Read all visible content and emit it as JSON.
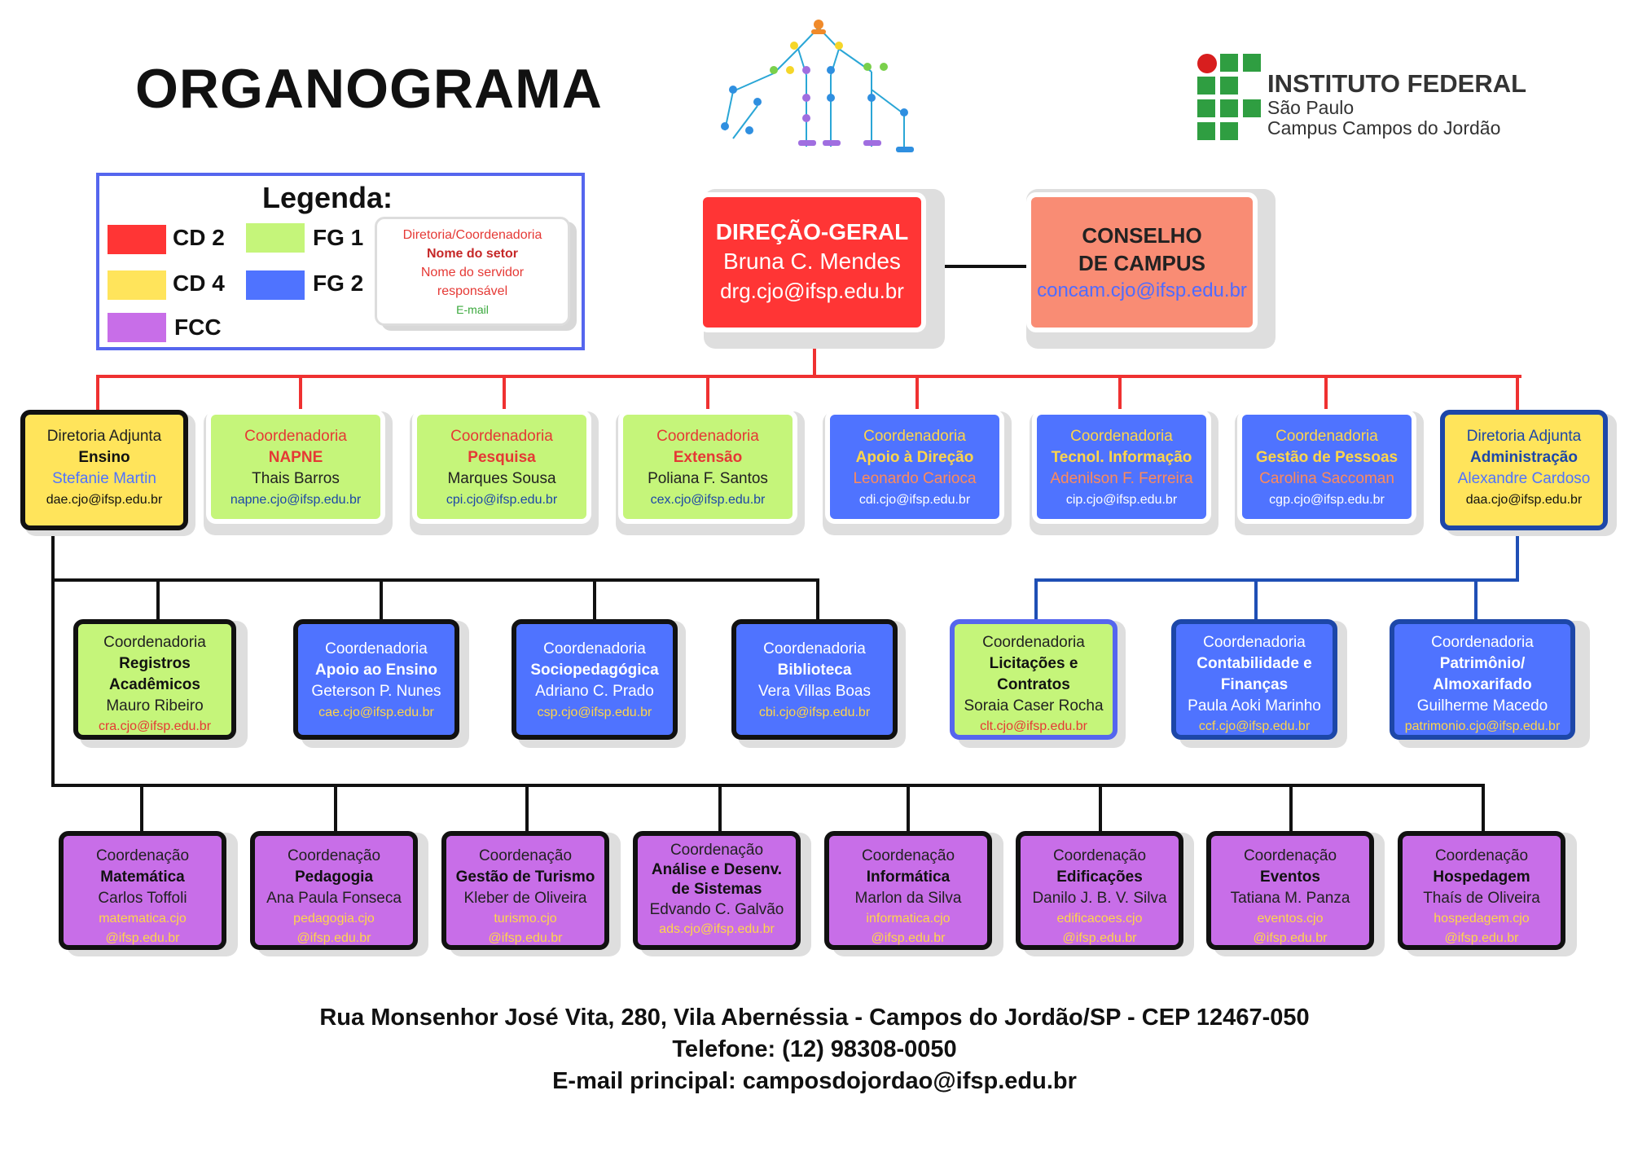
{
  "title": "ORGANOGRAMA",
  "logo": {
    "line1": "INSTITUTO FEDERAL",
    "line2": "São Paulo",
    "line3": "Campus Campos do Jordão"
  },
  "legend": {
    "title": "Legenda:",
    "items": [
      {
        "label": "CD 2",
        "color": "#ff3535"
      },
      {
        "label": "CD 4",
        "color": "#ffe45b"
      },
      {
        "label": "FCC",
        "color": "#c86ee8"
      },
      {
        "label": "FG 1",
        "color": "#c5f57a"
      },
      {
        "label": "FG 2",
        "color": "#4f73ff"
      }
    ],
    "card": {
      "line1": "Diretoria/Coordenadoria",
      "line2": "Nome do setor",
      "line3": "Nome do servidor responsável",
      "line4": "E-mail"
    }
  },
  "top": {
    "direcao": {
      "title": "DIREÇÃO-GERAL",
      "name": "Bruna C. Mendes",
      "email": "drg.cjo@ifsp.edu.br",
      "color": "#ff3535"
    },
    "conselho": {
      "title1": "CONSELHO",
      "title2": "DE CAMPUS",
      "email": "concam.cjo@ifsp.edu.br",
      "color": "#f98c74"
    }
  },
  "row1": [
    {
      "type": "Diretoria Adjunta",
      "sector": "Ensino",
      "person": "Stefanie Martin",
      "email": "dae.cjo@ifsp.edu.br"
    },
    {
      "type": "Coordenadoria",
      "sector": "NAPNE",
      "person": "Thais Barros",
      "email": "napne.cjo@ifsp.edu.br"
    },
    {
      "type": "Coordenadoria",
      "sector": "Pesquisa",
      "person": "Marques Sousa",
      "email": "cpi.cjo@ifsp.edu.br"
    },
    {
      "type": "Coordenadoria",
      "sector": "Extensão",
      "person": "Poliana F. Santos",
      "email": "cex.cjo@ifsp.edu.br"
    },
    {
      "type": "Coordenadoria",
      "sector": "Apoio à Direção",
      "person": "Leonardo Carioca",
      "email": "cdi.cjo@ifsp.edu.br"
    },
    {
      "type": "Coordenadoria",
      "sector": "Tecnol. Informação",
      "person": "Adenilson F. Ferreira",
      "email": "cip.cjo@ifsp.edu.br"
    },
    {
      "type": "Coordenadoria",
      "sector": "Gestão de Pessoas",
      "person": "Carolina Saccoman",
      "email": "cgp.cjo@ifsp.edu.br"
    },
    {
      "type": "Diretoria Adjunta",
      "sector": "Administração",
      "person": "Alexandre Cardoso",
      "email": "daa.cjo@ifsp.edu.br"
    }
  ],
  "row2": [
    {
      "type": "Coordenadoria",
      "sector1": "Registros",
      "sector2": "Acadêmicos",
      "person": "Mauro Ribeiro",
      "email": "cra.cjo@ifsp.edu.br"
    },
    {
      "type": "Coordenadoria",
      "sector1": "Apoio ao Ensino",
      "person": "Geterson P. Nunes",
      "email": "cae.cjo@ifsp.edu.br"
    },
    {
      "type": "Coordenadoria",
      "sector1": "Sociopedagógica",
      "person": "Adriano C. Prado",
      "email": "csp.cjo@ifsp.edu.br"
    },
    {
      "type": "Coordenadoria",
      "sector1": "Biblioteca",
      "person": "Vera Villas Boas",
      "email": "cbi.cjo@ifsp.edu.br"
    },
    {
      "type": "Coordenadoria",
      "sector1": "Licitações e",
      "sector2": "Contratos",
      "person": "Soraia Caser Rocha",
      "email": "clt.cjo@ifsp.edu.br"
    },
    {
      "type": "Coordenadoria",
      "sector1": "Contabilidade e",
      "sector2": "Finanças",
      "person": "Paula Aoki Marinho",
      "email": "ccf.cjo@ifsp.edu.br"
    },
    {
      "type": "Coordenadoria",
      "sector1": "Patrimônio/",
      "sector2": "Almoxarifado",
      "person": "Guilherme Macedo",
      "email": "patrimonio.cjo@ifsp.edu.br"
    }
  ],
  "row3": [
    {
      "type": "Coordenação",
      "sector1": "Matemática",
      "person": "Carlos Toffoli",
      "email1": "matematica.cjo",
      "email2": "@ifsp.edu.br"
    },
    {
      "type": "Coordenação",
      "sector1": "Pedagogia",
      "person": "Ana Paula Fonseca",
      "email1": "pedagogia.cjo",
      "email2": "@ifsp.edu.br"
    },
    {
      "type": "Coordenação",
      "sector1": "Gestão de Turismo",
      "person": "Kleber de Oliveira",
      "email1": "turismo.cjo",
      "email2": "@ifsp.edu.br"
    },
    {
      "type": "Coordenação",
      "sector1": "Análise e Desenv.",
      "sector2": "de Sistemas",
      "person": "Edvando C. Galvão",
      "email1": "ads.cjo@ifsp.edu.br"
    },
    {
      "type": "Coordenação",
      "sector1": "Informática",
      "person": "Marlon da Silva",
      "email1": "informatica.cjo",
      "email2": "@ifsp.edu.br"
    },
    {
      "type": "Coordenação",
      "sector1": "Edificações",
      "person": "Danilo J. B. V. Silva",
      "email1": "edificacoes.cjo",
      "email2": "@ifsp.edu.br"
    },
    {
      "type": "Coordenação",
      "sector1": "Eventos",
      "person": "Tatiana M. Panza",
      "email1": "eventos.cjo",
      "email2": "@ifsp.edu.br"
    },
    {
      "type": "Coordenação",
      "sector1": "Hospedagem",
      "person": "Thaís de Oliveira",
      "email1": "hospedagem.cjo",
      "email2": "@ifsp.edu.br"
    }
  ],
  "footer": {
    "address": "Rua Monsenhor José Vita, 280, Vila Abernéssia - Campos do Jordão/SP - CEP 12467-050",
    "phone": "Telefone: (12) 98308-0050",
    "email": "E-mail principal: camposdojordao@ifsp.edu.br"
  }
}
